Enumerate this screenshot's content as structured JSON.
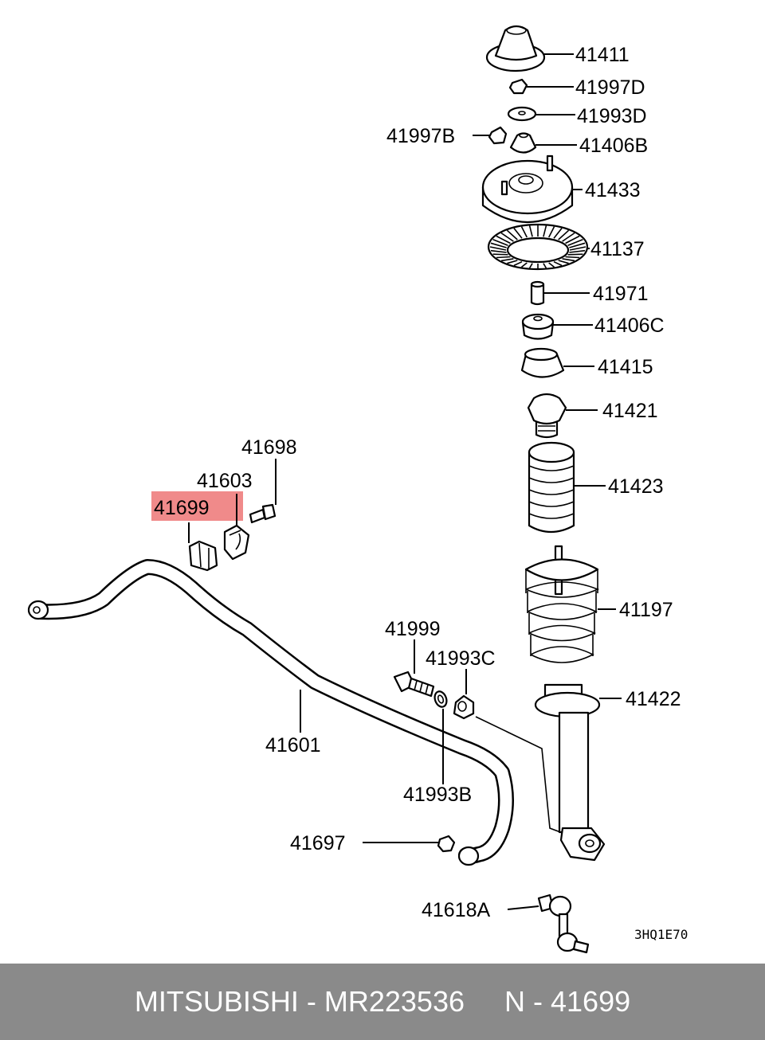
{
  "diagram": {
    "labels": {
      "p41411": "41411",
      "p41997D": "41997D",
      "p41993D": "41993D",
      "p41997B": "41997B",
      "p41406B": "41406B",
      "p41433": "41433",
      "p41137": "41137",
      "p41971": "41971",
      "p41406C": "41406C",
      "p41415": "41415",
      "p41421": "41421",
      "p41423": "41423",
      "p41197": "41197",
      "p41422": "41422",
      "p41698": "41698",
      "p41603": "41603",
      "p41699": "41699",
      "p41999": "41999",
      "p41993C": "41993C",
      "p41601": "41601",
      "p41993B": "41993B",
      "p41697": "41697",
      "p41618A": "41618A"
    },
    "highlighted_part": "41699",
    "highlight_color": "#f08a8a",
    "diagram_code": "3HQ1E70"
  },
  "footer": {
    "brand": "MITSUBISHI",
    "part_number": "MR223536",
    "ref": "N - 41699"
  }
}
